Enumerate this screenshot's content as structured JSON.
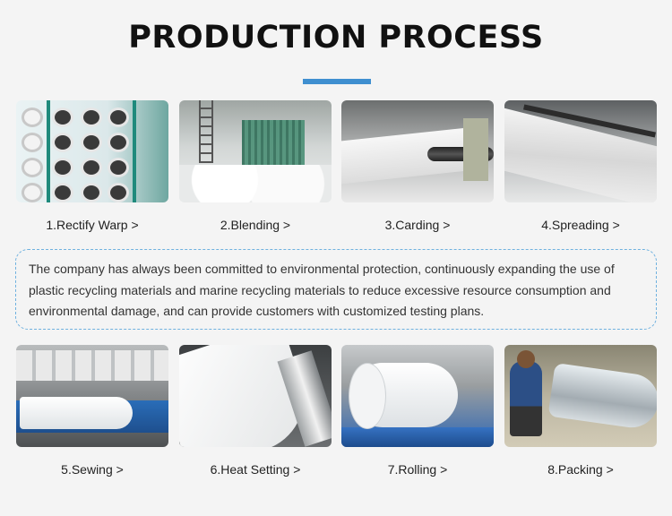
{
  "title": "PRODUCTION PROCESS",
  "steps_row1": [
    {
      "label": "1.Rectify Warp >"
    },
    {
      "label": "2.Blending >"
    },
    {
      "label": "3.Carding >"
    },
    {
      "label": "4.Spreading >"
    }
  ],
  "description": "The company has always been committed to environmental protection, continuously expanding the use of plastic recycling materials and marine recycling materials to reduce excessive resource consumption and environmental damage, and can provide customers with customized testing plans.",
  "steps_row2": [
    {
      "label": "5.Sewing >"
    },
    {
      "label": "6.Heat Setting >"
    },
    {
      "label": "7.Rolling >"
    },
    {
      "label": "8.Packing >"
    }
  ],
  "colors": {
    "accent": "#3f8fd0",
    "box_border": "#6fb1df",
    "text": "#222222"
  }
}
